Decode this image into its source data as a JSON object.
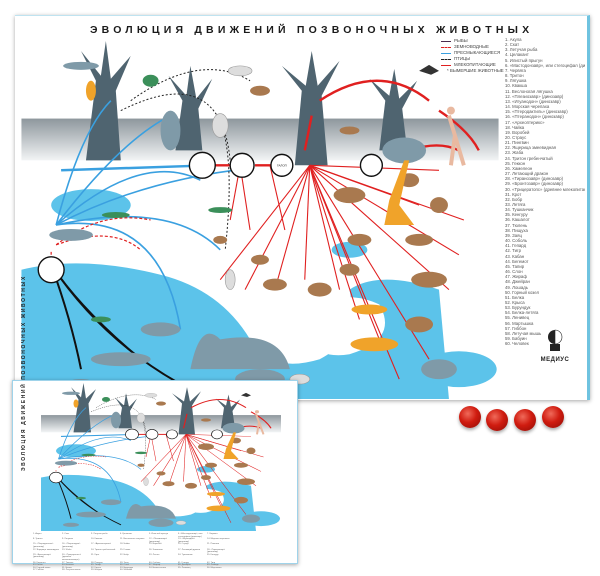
{
  "poster": {
    "title": "ЭВОЛЮЦИЯ ДВИЖЕНИЙ ПОЗВОНОЧНЫХ ЖИВОТНЫХ",
    "legend": [
      {
        "label": "РЫБЫ",
        "color": "#4a2b4e",
        "style": "solid"
      },
      {
        "label": "ЗЕМНОВОДНЫЕ",
        "color": "#e02020",
        "style": "dashed"
      },
      {
        "label": "ПРЕСМЫКАЮЩИЕСЯ",
        "color": "#3aa0e0",
        "style": "solid"
      },
      {
        "label": "ПТИЦЫ",
        "color": "#222222",
        "style": "dashed"
      },
      {
        "label": "МЛЕКОПИТАЮЩИЕ",
        "color": "#e02020",
        "style": "solid"
      }
    ],
    "legend_note": "* ВЫМЕРШИЕ ЖИВОТНЫЕ",
    "node_label": "ГАЛОП",
    "species": [
      "1. Акула",
      "2. Скат",
      "3. Летучая рыба",
      "4. Целакант",
      "5. Илистый прыгун",
      "6. «Мастодонзавр», или стегоцефал (динозавр)",
      "7. Червяга",
      "8. Тритон",
      "9. Лягушка",
      "10. Квакша",
      "11. Веслоногая лягушка",
      "12. «Плезиозавр» (динозавр)",
      "13. «Игуанодон» (динозавр)",
      "14. Морская черепаха",
      "15. «Птеродактиль» (динозавр)",
      "16. «Птеранодон» (динозавр)",
      "17. «Археоптерикс»",
      "18. Чайка",
      "19. Воробей",
      "20. Страус",
      "21. Пингвин",
      "22. Ящерица змеевидная",
      "23. Жаба",
      "24. Тритон гребенчатый",
      "25. Геккон",
      "26. Хамелеон",
      "27. Летающий дракон",
      "28. «Тиранозавр» (динозавр)",
      "29. «Бронтозавр» (динозавр)",
      "30. «Трицератопс» (древнее млекопитающее)",
      "31. Крот",
      "32. Бобр",
      "33. Летяга",
      "34. Тушканчик",
      "35. Кенгуру",
      "36. Кашалот",
      "37. Тюлень",
      "38. Пищуха",
      "39. Заяц",
      "40. Соболь",
      "41. Гепард",
      "42. Тигр",
      "43. Кабан",
      "44. Бегемот",
      "45. Тапир",
      "46. Слон",
      "47. Жираф",
      "48. Джейран",
      "49. Лошадь",
      "50. Горный козел",
      "51. Белка",
      "52. Крыса",
      "53. Бурундук",
      "54. Белка-летяга",
      "55. Ленивец",
      "56. Мартышка",
      "57. Гиббон",
      "58. Летучая мышь",
      "59. Бабуин",
      "60. Человек"
    ],
    "brand": "МЕДИУС"
  },
  "colors": {
    "water": "#5cc3ea",
    "ground": "#b9bfc3",
    "tree": "#4f6470",
    "mammal_line": "#e02020",
    "reptile_line": "#3aa0e0",
    "magnet": "#d01c10"
  },
  "magnets_count": 4
}
